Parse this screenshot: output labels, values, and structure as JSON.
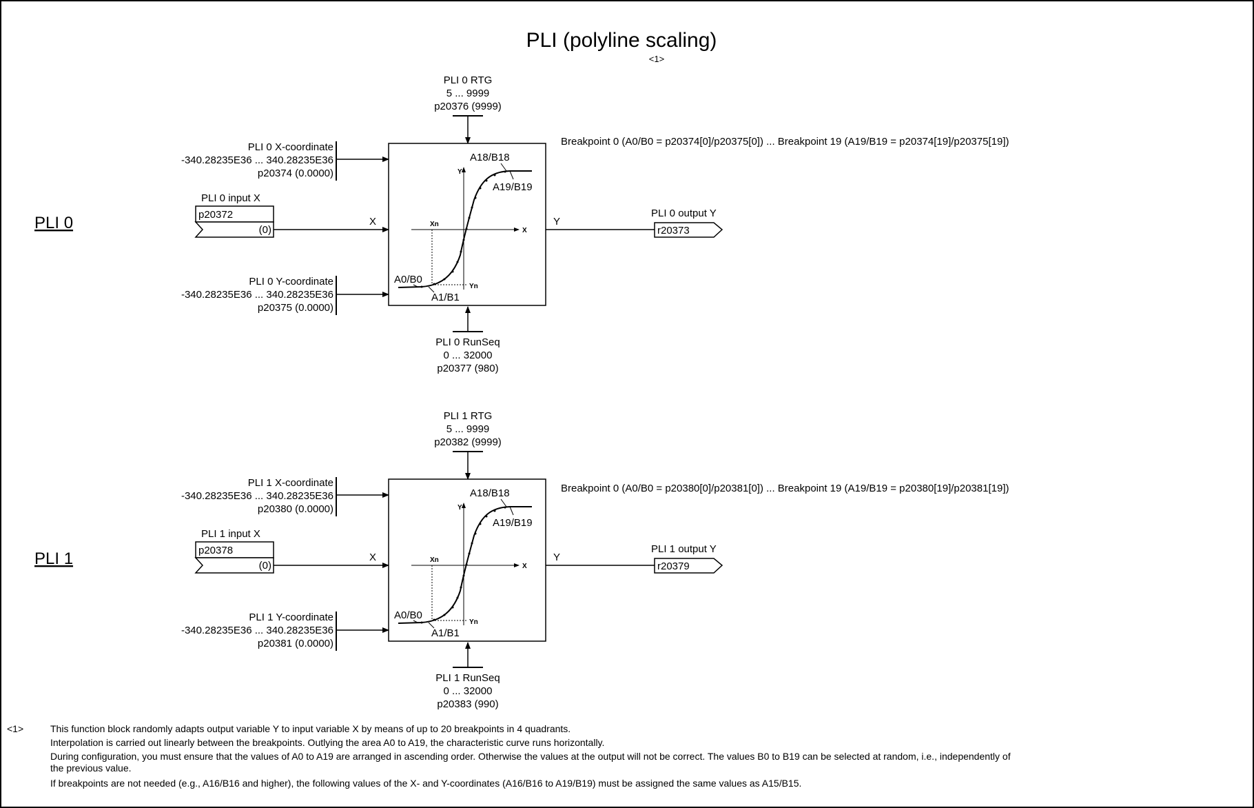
{
  "title": "PLI (polyline scaling)",
  "title_note": "<1>",
  "blocks": [
    {
      "label": "PLI 0",
      "rtg": {
        "name": "PLI 0 RTG",
        "range": "5 ... 9999",
        "param": "p20376 (9999)"
      },
      "xcoord": {
        "name": "PLI 0 X-coordinate",
        "range": "-340.28235E36 ... 340.28235E36",
        "param": "p20374 (0.0000)"
      },
      "ycoord": {
        "name": "PLI 0 Y-coordinate",
        "range": "-340.28235E36 ... 340.28235E36",
        "param": "p20375 (0.0000)"
      },
      "input": {
        "name": "PLI 0 input X",
        "param": "p20372",
        "default": "(0)"
      },
      "output": {
        "name": "PLI 0 output Y",
        "param": "r20373"
      },
      "runseq": {
        "name": "PLI 0 RunSeq",
        "range": "0 ... 32000",
        "param": "p20377 (980)"
      },
      "breakpoints": "Breakpoint 0 (A0/B0 = p20374[0]/p20375[0]) ... Breakpoint 19 (A19/B19 = p20374[19]/p20375[19])"
    },
    {
      "label": "PLI 1",
      "rtg": {
        "name": "PLI 1 RTG",
        "range": "5 ... 9999",
        "param": "p20382 (9999)"
      },
      "xcoord": {
        "name": "PLI 1 X-coordinate",
        "range": "-340.28235E36 ... 340.28235E36",
        "param": "p20380 (0.0000)"
      },
      "ycoord": {
        "name": "PLI 1 Y-coordinate",
        "range": "-340.28235E36 ... 340.28235E36",
        "param": "p20381 (0.0000)"
      },
      "input": {
        "name": "PLI 1 input X",
        "param": "p20378",
        "default": "(0)"
      },
      "output": {
        "name": "PLI 1 output Y",
        "param": "r20379"
      },
      "runseq": {
        "name": "PLI 1 RunSeq",
        "range": "0 ... 32000",
        "param": "p20383 (990)"
      },
      "breakpoints": "Breakpoint 0 (A0/B0 = p20380[0]/p20381[0]) ... Breakpoint 19 (A19/B19 = p20380[19]/p20381[19])"
    }
  ],
  "graph_labels": {
    "a18": "A18/B18",
    "a19": "A19/B19",
    "a0": "A0/B0",
    "a1": "A1/B1",
    "xn": "Xn",
    "yn": "Yn",
    "x_axis": "X",
    "y_axis": "Y",
    "in_sig": "X",
    "out_sig": "Y"
  },
  "footnote": {
    "marker": "<1>",
    "lines": [
      "This function block randomly adapts output variable Y to input variable X by means of up to 20 breakpoints in 4 quadrants.",
      "Interpolation is carried out linearly between the breakpoints. Outlying the area A0 to A19, the characteristic curve runs horizontally.",
      "During configuration, you must ensure that the values of A0 to A19 are arranged in ascending order. Otherwise the values at the output will not be correct. The values B0 to B19 can be selected at random, i.e., independently of",
      "the previous value.",
      "If breakpoints are not needed (e.g., A16/B16 and higher), the following values of the X- and Y-coordinates (A16/B16 to A19/B19) must be assigned the same values as A15/B15."
    ]
  }
}
